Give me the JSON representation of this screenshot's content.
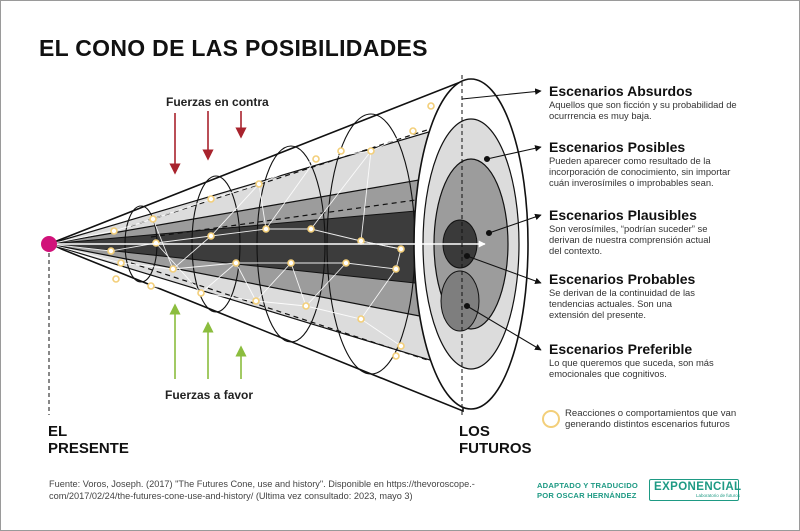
{
  "title": "EL CONO DE LAS POSIBILIDADES",
  "forces": {
    "against": "Fuerzas en contra",
    "favor": "Fuerzas a favor"
  },
  "labels": {
    "present_line1": "EL",
    "present_line2": "PRESENTE",
    "futures_line1": "LOS",
    "futures_line2": "FUTUROS"
  },
  "scenarios": [
    {
      "title": "Escenarios Absurdos",
      "desc": "Aquellos que son ficción y su probabilidad de ocurrrencia es muy baja."
    },
    {
      "title": "Escenarios Posibles",
      "desc": "Pueden aparecer como resultado de la incorporación de conocimiento, sin importar cuán inverosímiles o improbables sean."
    },
    {
      "title": "Escenarios Plausibles",
      "desc": "Son verosímiles, “podrían suceder” se derivan de nuestra comprensión actual del contexto."
    },
    {
      "title": "Escenarios Probables",
      "desc": "Se derivan de la continuidad de las tendencias actuales. Son una extensión del presente."
    },
    {
      "title": "Escenarios Preferible",
      "desc": "Lo que queremos que suceda, son más emocionales que cognitivos."
    }
  ],
  "legend": "Reacciones o comportamientos que van generando distintos escenarios futuros",
  "source": "Fuente: Voros, Joseph. (2017) \"The Futures Cone, use and history\". Disponible en https://thevoroscope.-com/2017/02/24/the-futures-cone-use-and-history/ (Ultima vez consultado: 2023, mayo 3)",
  "credit": {
    "line1": "ADAPTADO Y TRADUCIDO",
    "line2": "POR OSCAR HERNÁNDEZ",
    "logo": "EXPONENCIAL",
    "logo_sub": "Laboratorio de futuros"
  },
  "colors": {
    "present_dot": "#d1127a",
    "force_against": "#a8232d",
    "force_favor": "#8bbd3e",
    "event_ring": "#f3cf7a",
    "brand": "#1e9a84"
  }
}
